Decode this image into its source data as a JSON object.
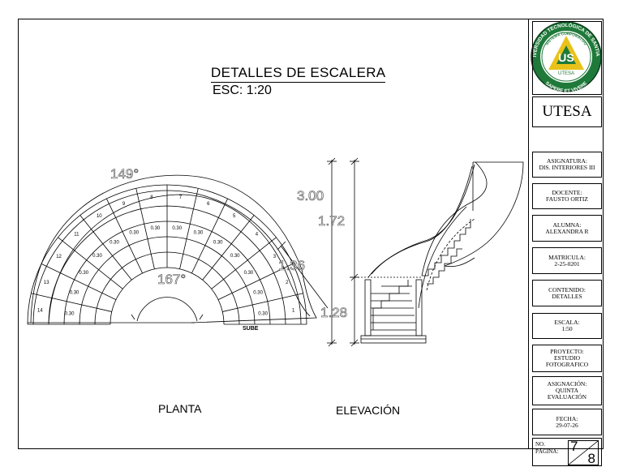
{
  "title": "DETALLES DE ESCALERA",
  "scale_note": "ESC: 1:20",
  "captions": {
    "plan": "PLANTA",
    "elevation": "ELEVACIÓN",
    "sube": "SUBE"
  },
  "plan": {
    "angle_outer": "149°",
    "angle_inner": "167°",
    "dim_side": "1.36",
    "step_numbers": [
      "1",
      "2",
      "3",
      "4",
      "5",
      "6",
      "7",
      "8",
      "9",
      "10",
      "11",
      "12",
      "13",
      "14"
    ],
    "tread_label": "0.30"
  },
  "elevation": {
    "total_height": "3.00",
    "upper_height": "1.72",
    "lower_height": "1.28"
  },
  "logo": {
    "ring_text_top": "UNIVERSIDAD TECNOLÓGICA DE SANTIAGO",
    "ring_text_inner": "SISTEMA CORPORATIVO",
    "initials": "US",
    "name": "UTESA",
    "motto": "SAPERE ET VIVERE",
    "colors": {
      "ring": "#1f7a3a",
      "gold": "#e8c21a",
      "white": "#ffffff"
    }
  },
  "title_block": {
    "institution": "UTESA",
    "asignatura_label": "ASIGNATURA:",
    "asignatura_value": "DIS. INTERIORES III",
    "docente_label": "DOCENTE:",
    "docente_value": "FAUSTO ORTIZ",
    "alumna_label": "ALUMNA:",
    "alumna_value": "ALEXANDRA R",
    "matricula_label": "MATRICULA:",
    "matricula_value": "2-25-0201",
    "contenido_label": "CONTENIDO:",
    "contenido_value": "DETALLES",
    "escala_label": "ESCALA:",
    "escala_value": "1:50",
    "proyecto_label": "PROYECTO:",
    "proyecto_line1": "ESTUDIO",
    "proyecto_line2": "FOTOGRAFICO",
    "asignacion_label": "ASIGNACIÓN:",
    "asignacion_line1": "QUINTA",
    "asignacion_line2": "EVALUACIÓN",
    "fecha_label": "FECHA:",
    "fecha_value": "29-07-26",
    "page_label_1": "NO.",
    "page_label_2": "PÁGINA:",
    "page_current": "7",
    "page_total": "8"
  }
}
